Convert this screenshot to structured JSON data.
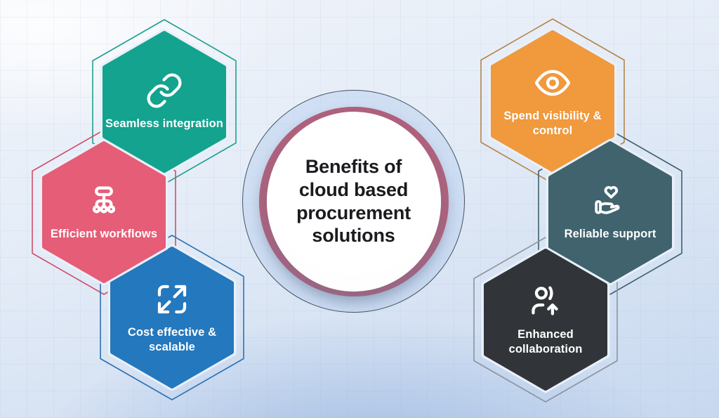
{
  "center": {
    "title_text": "Benefits of cloud based procurement solutions",
    "title_lines": [
      "Benefits of",
      "cloud based",
      "procurement",
      "solutions"
    ],
    "ring_color": "#b1617c",
    "outline_color": "#44535e",
    "inner_fill": "#ffffff",
    "title_color": "#1a1b1e"
  },
  "hexagons": [
    {
      "id": "seamless-integration",
      "label": "Seamless integration",
      "icon": "link-icon",
      "color": "#13a38f",
      "outline_color": "#1ea191"
    },
    {
      "id": "efficient-workflows",
      "label": "Efficient workflows",
      "icon": "workflow-icon",
      "color": "#e65d77",
      "outline_color": "#cf4f6b"
    },
    {
      "id": "cost-effective-scalable",
      "label": "Cost effective & scalable",
      "icon": "expand-icon",
      "color": "#2478be",
      "outline_color": "#2d72b1"
    },
    {
      "id": "spend-visibility-control",
      "label": "Spend visibility & control",
      "icon": "eye-icon",
      "color": "#f0993d",
      "outline_color": "#b5854a"
    },
    {
      "id": "reliable-support",
      "label": "Reliable support",
      "icon": "hand-heart-icon",
      "color": "#40636e",
      "outline_color": "#3f616c"
    },
    {
      "id": "enhanced-collaboration",
      "label": "Enhanced collaboration",
      "icon": "user-growth-icon",
      "color": "#313539",
      "outline_color": "#8d949c"
    }
  ],
  "style": {
    "label_text_color": "#ffffff",
    "rim_color": "#e9f0f9",
    "background_top": "#f1f4fa",
    "background_bottom": "#c7d8ef"
  }
}
